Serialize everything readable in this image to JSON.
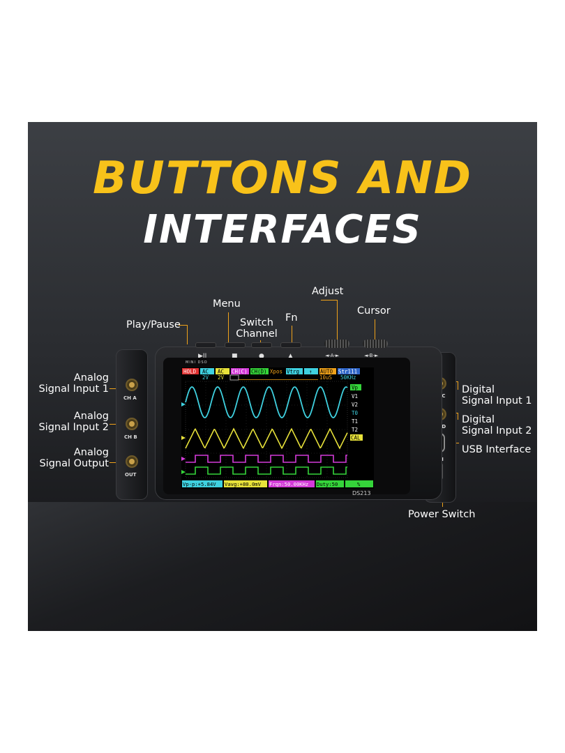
{
  "headline": {
    "line1": "BUTTONS AND",
    "line2": "INTERFACES"
  },
  "colors": {
    "accent": "#f8c21a",
    "leader": "#f0a21a",
    "ch_a": "#3fd1e0",
    "ch_b": "#e8e23a",
    "ch_c": "#d43bd9",
    "ch_d": "#35d43a"
  },
  "labels": {
    "menu": "Menu",
    "adjust": "Adjust",
    "play_pause": "Play/Pause",
    "switch_channel_1": "Switch",
    "switch_channel_2": "Channel",
    "fn": "Fn",
    "cursor": "Cursor",
    "analog_in1_1": "Analog",
    "analog_in1_2": "Signal Input 1",
    "analog_in2_1": "Analog",
    "analog_in2_2": "Signal Input 2",
    "analog_out_1": "Analog",
    "analog_out_2": "Signal Output",
    "digital_in1_1": "Digital",
    "digital_in1_2": "Signal Input 1",
    "digital_in2_1": "Digital",
    "digital_in2_2": "Signal Input 2",
    "usb": "USB Interface",
    "power": "Power Switch"
  },
  "device": {
    "model": "DS213",
    "brand": "MINI DSO",
    "buttons": {
      "play": "▶II",
      "menu": "■",
      "switch": "●",
      "fn": "▲",
      "adjust": "◄-A-►",
      "cursor": "◄-B-►"
    },
    "ports_left": [
      "CH A",
      "CH B",
      "OUT"
    ],
    "ports_right": [
      "CH C",
      "CH D",
      "ON"
    ]
  },
  "screen": {
    "top_row": [
      "HOLD",
      "AC",
      "AC",
      "CH(C)",
      "CH(D)",
      "Xpos",
      "Vtrg",
      "↑",
      "AUTO",
      "Str111"
    ],
    "second_row": [
      "2V",
      "2V",
      "10uS",
      "50KHz"
    ],
    "side_menu": [
      "Vp",
      "V1",
      "V2",
      "T0",
      "T1",
      "T2",
      "CAL"
    ],
    "bottom_row": [
      "Vp-p:+5.84V",
      "Vavg:+80.0mV",
      "Frqn:50.00KHz",
      "Duty:50",
      "%"
    ]
  }
}
